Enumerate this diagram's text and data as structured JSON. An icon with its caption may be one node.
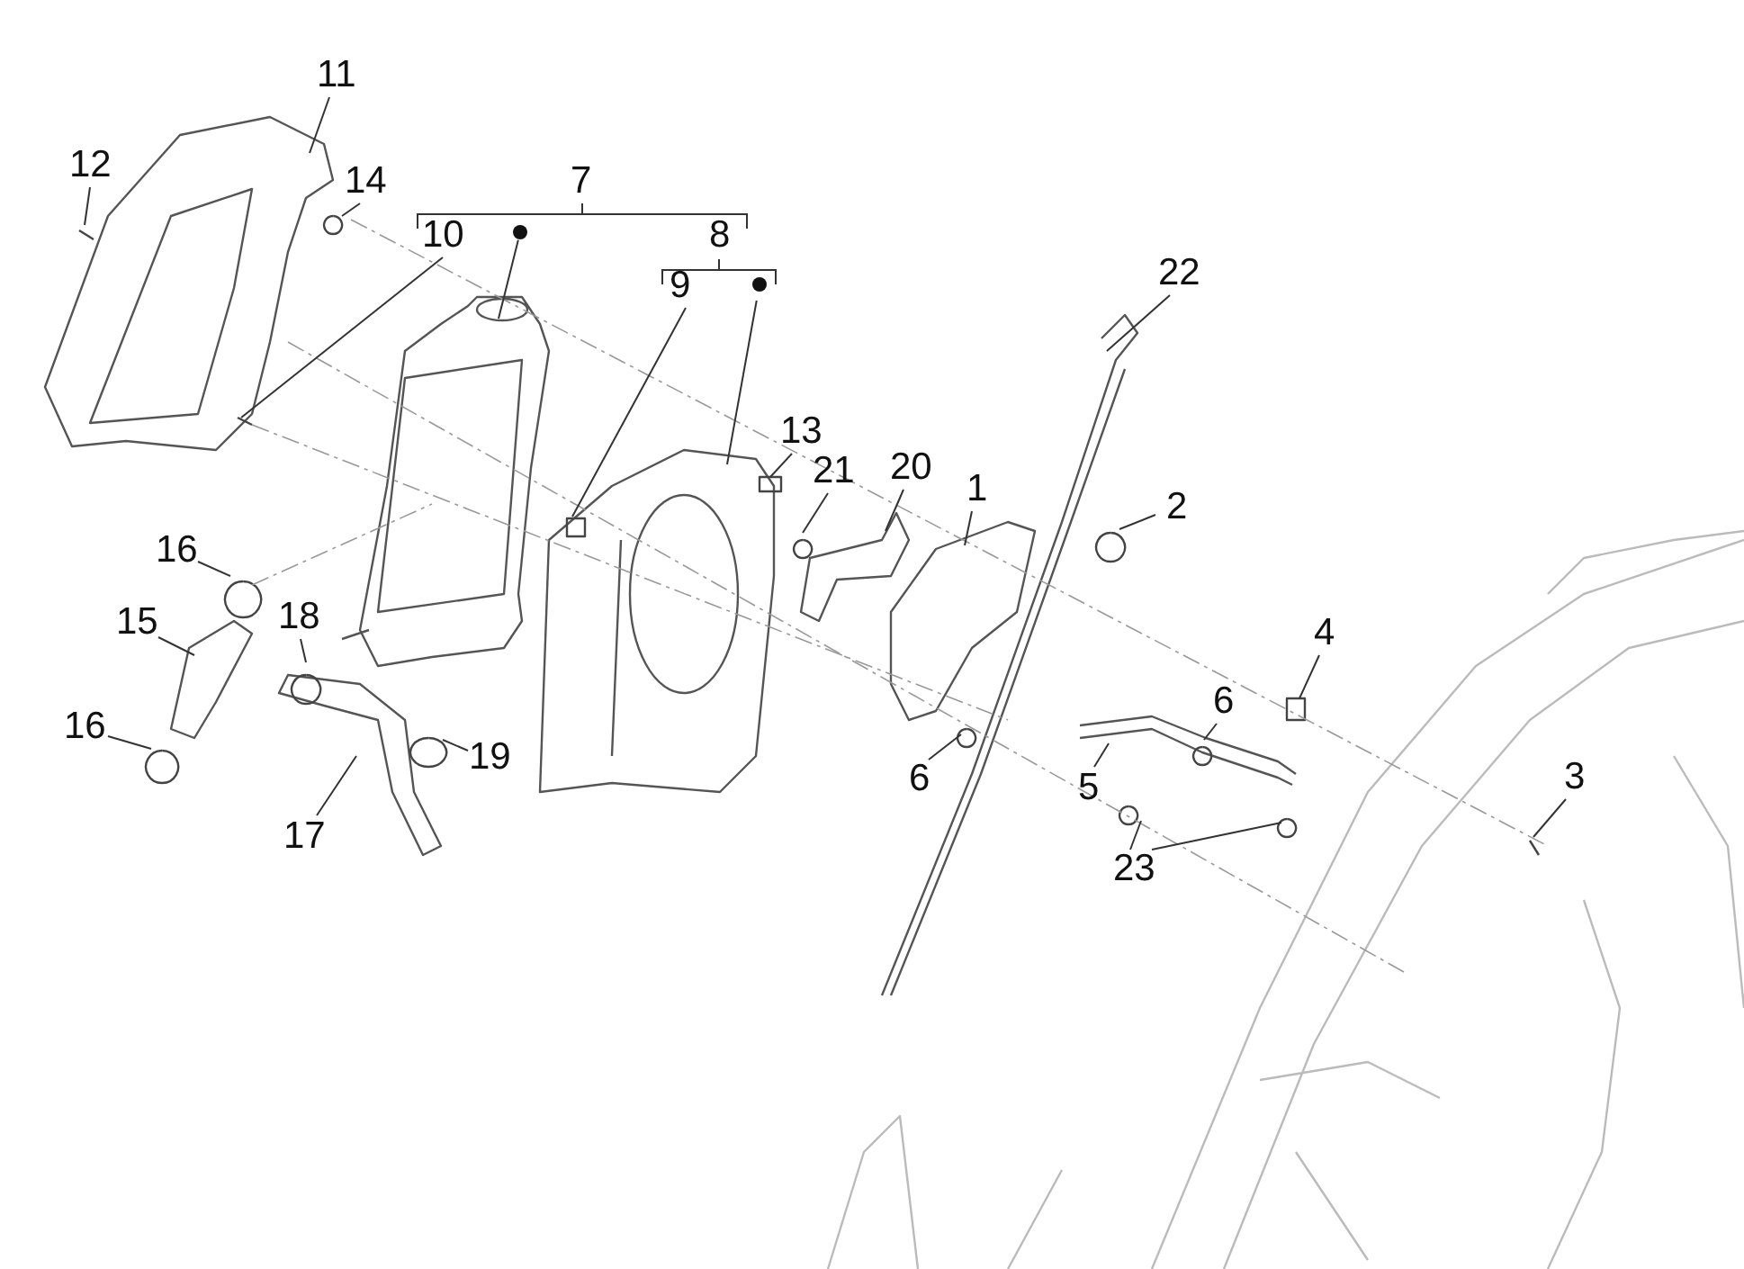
{
  "diagram": {
    "nodes": [
      {
        "text": [
          "11"
        ]
      },
      {
        "text": [
          "12"
        ]
      },
      {
        "text": [
          "14"
        ]
      },
      {
        "text": [
          "10"
        ]
      },
      {
        "text": [
          "9"
        ]
      },
      {
        "text": [
          "22"
        ]
      },
      {
        "text": [
          "13"
        ]
      },
      {
        "text": [
          "21"
        ]
      },
      {
        "text": [
          "20"
        ]
      },
      {
        "text": [
          "1"
        ]
      },
      {
        "text": [
          "2"
        ]
      },
      {
        "text": [
          "16"
        ]
      },
      {
        "text": [
          "15"
        ]
      },
      {
        "text": [
          "18"
        ]
      },
      {
        "text": [
          "4"
        ]
      },
      {
        "text": [
          "16"
        ]
      },
      {
        "text": [
          "6"
        ]
      },
      {
        "text": [
          "19"
        ]
      },
      {
        "text": [
          "6"
        ]
      },
      {
        "text": [
          "5"
        ]
      },
      {
        "text": [
          "3"
        ]
      },
      {
        "text": [
          "17"
        ]
      },
      {
        "text": [
          "23"
        ]
      },
      {
        "text": [],
        "shape": "circle"
      },
      {
        "text": [],
        "shape": "circle"
      }
    ],
    "edges": [
      {
        "from": 0,
        "to": null,
        "arrow": "none"
      },
      {
        "from": 1,
        "to": null,
        "arrow": "none"
      },
      {
        "from": 2,
        "to": null,
        "arrow": "none"
      },
      {
        "from": 3,
        "to": null,
        "arrow": "none"
      },
      {
        "from": 4,
        "to": null,
        "arrow": "none"
      },
      {
        "from": 5,
        "to": null,
        "arrow": "none"
      },
      {
        "from": 6,
        "to": null,
        "arrow": "none"
      },
      {
        "from": 7,
        "to": null,
        "arrow": "none"
      },
      {
        "from": 8,
        "to": null,
        "arrow": "none"
      },
      {
        "from": 9,
        "to": null,
        "arrow": "none"
      },
      {
        "from": 10,
        "to": null,
        "arrow": "none"
      },
      {
        "from": 11,
        "to": null,
        "arrow": "none"
      },
      {
        "from": 12,
        "to": null,
        "arrow": "none"
      },
      {
        "from": 13,
        "to": null,
        "arrow": "none"
      },
      {
        "from": 14,
        "to": null,
        "arrow": "none"
      },
      {
        "from": 15,
        "to": null,
        "arrow": "none"
      },
      {
        "from": 16,
        "to": null,
        "arrow": "none"
      },
      {
        "from": 17,
        "to": null,
        "arrow": "none"
      },
      {
        "from": 18,
        "to": null,
        "arrow": "none"
      },
      {
        "from": 19,
        "to": null,
        "arrow": "none"
      },
      {
        "from": 20,
        "to": null,
        "arrow": "none"
      },
      {
        "from": 21,
        "to": null,
        "arrow": "none"
      },
      {
        "from": 22,
        "to": null,
        "arrow": "none"
      },
      {
        "from": 22,
        "to": null,
        "arrow": "none"
      },
      {
        "from": 23,
        "to": null,
        "arrow": "none"
      },
      {
        "from": 24,
        "to": null,
        "arrow": "none"
      }
    ],
    "labels": [
      "7",
      "8"
    ]
  }
}
